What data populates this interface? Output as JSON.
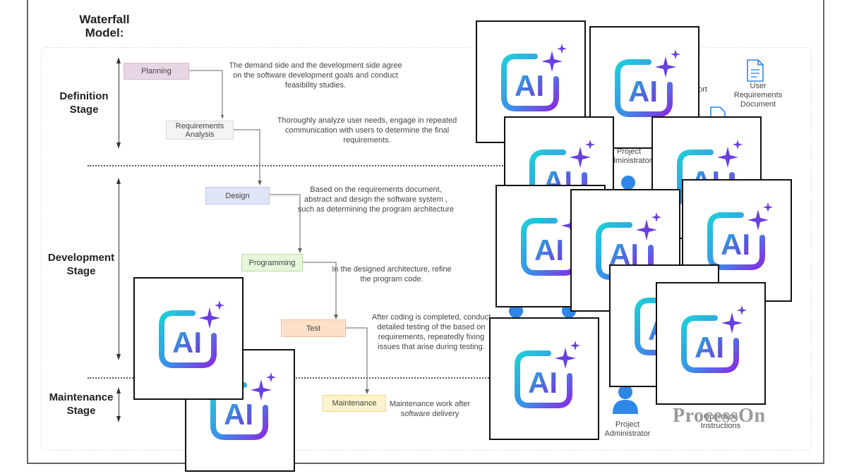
{
  "title": "Waterfall Model:",
  "stages": {
    "definition": "Definition Stage",
    "development": "Development Stage",
    "maintenance": "Maintenance Stage"
  },
  "nodes": {
    "planning": "Planning",
    "requirements": "Requirements Analysis",
    "design": "Design",
    "programming": "Programming",
    "test": "Test",
    "maintenance": "Maintenance"
  },
  "descriptions": {
    "planning": "The demand side and the development side agree on the software development goals and conduct feasibility studies.",
    "requirements": "Thoroughly analyze user needs, engage in repeated communication with users to determine the final requirements.",
    "design": "Based on the requirements document, abstract and design the software system , such as determining the program architecture",
    "programming": "In the designed architecture, refine the program code.",
    "test": "After coding is completed, conduct detailed testing of the based on requirements, repeatedly fixing issues that arise during testing.",
    "maintenance": "Maintenance work after software delivery"
  },
  "right_side": {
    "user_requirements_document": "User Requirements Document",
    "project_administrator_top": "Project Administrator",
    "project_administrator_bottom": "Project Administrator",
    "operation_instructions": "Operation Instructions",
    "partial_report": "y ort"
  },
  "overlay": {
    "logo_text": "AI",
    "icon": "ai-sparkle-icon"
  },
  "watermark": "ProcessOn",
  "colors": {
    "planning": "#e8d6e4",
    "requirements": "#f4f4f4",
    "design": "#dfe4f7",
    "programming": "#e8f6dc",
    "test": "#fde0c9",
    "maintenance": "#fdf3cc",
    "accent_blue": "#2f86e6",
    "ai_cyan": "#1ed0d8",
    "ai_purple": "#8a2be2"
  }
}
